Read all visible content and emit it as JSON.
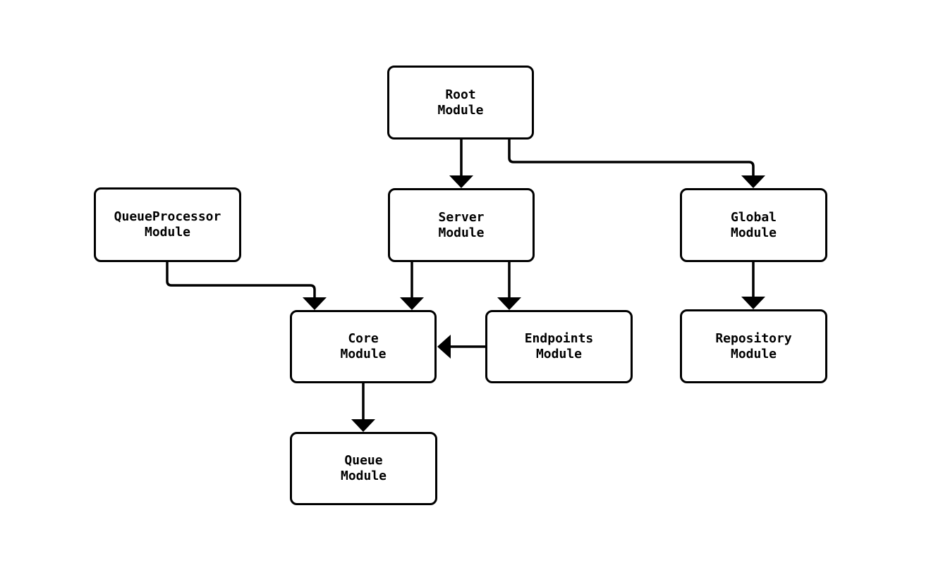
{
  "diagram": {
    "type": "module-dependency-flowchart",
    "colors": {
      "background": "#ffffff",
      "node_fill": "#ffffff",
      "node_border": "#000000",
      "edge_stroke": "#000000",
      "text": "#000000"
    },
    "nodes": {
      "root": {
        "label": "Root\nModule"
      },
      "queueprocessor": {
        "label": "QueueProcessor\nModule"
      },
      "server": {
        "label": "Server\nModule"
      },
      "global": {
        "label": "Global\nModule"
      },
      "core": {
        "label": "Core\nModule"
      },
      "endpoints": {
        "label": "Endpoints\nModule"
      },
      "repository": {
        "label": "Repository\nModule"
      },
      "queue": {
        "label": "Queue\nModule"
      }
    },
    "edges": [
      {
        "from": "Root Module",
        "to": "Server Module"
      },
      {
        "from": "Root Module",
        "to": "Global Module"
      },
      {
        "from": "QueueProcessor Module",
        "to": "Core Module"
      },
      {
        "from": "Server Module",
        "to": "Core Module"
      },
      {
        "from": "Server Module",
        "to": "Endpoints Module"
      },
      {
        "from": "Endpoints Module",
        "to": "Core Module"
      },
      {
        "from": "Global Module",
        "to": "Repository Module"
      },
      {
        "from": "Core Module",
        "to": "Queue Module"
      }
    ]
  }
}
